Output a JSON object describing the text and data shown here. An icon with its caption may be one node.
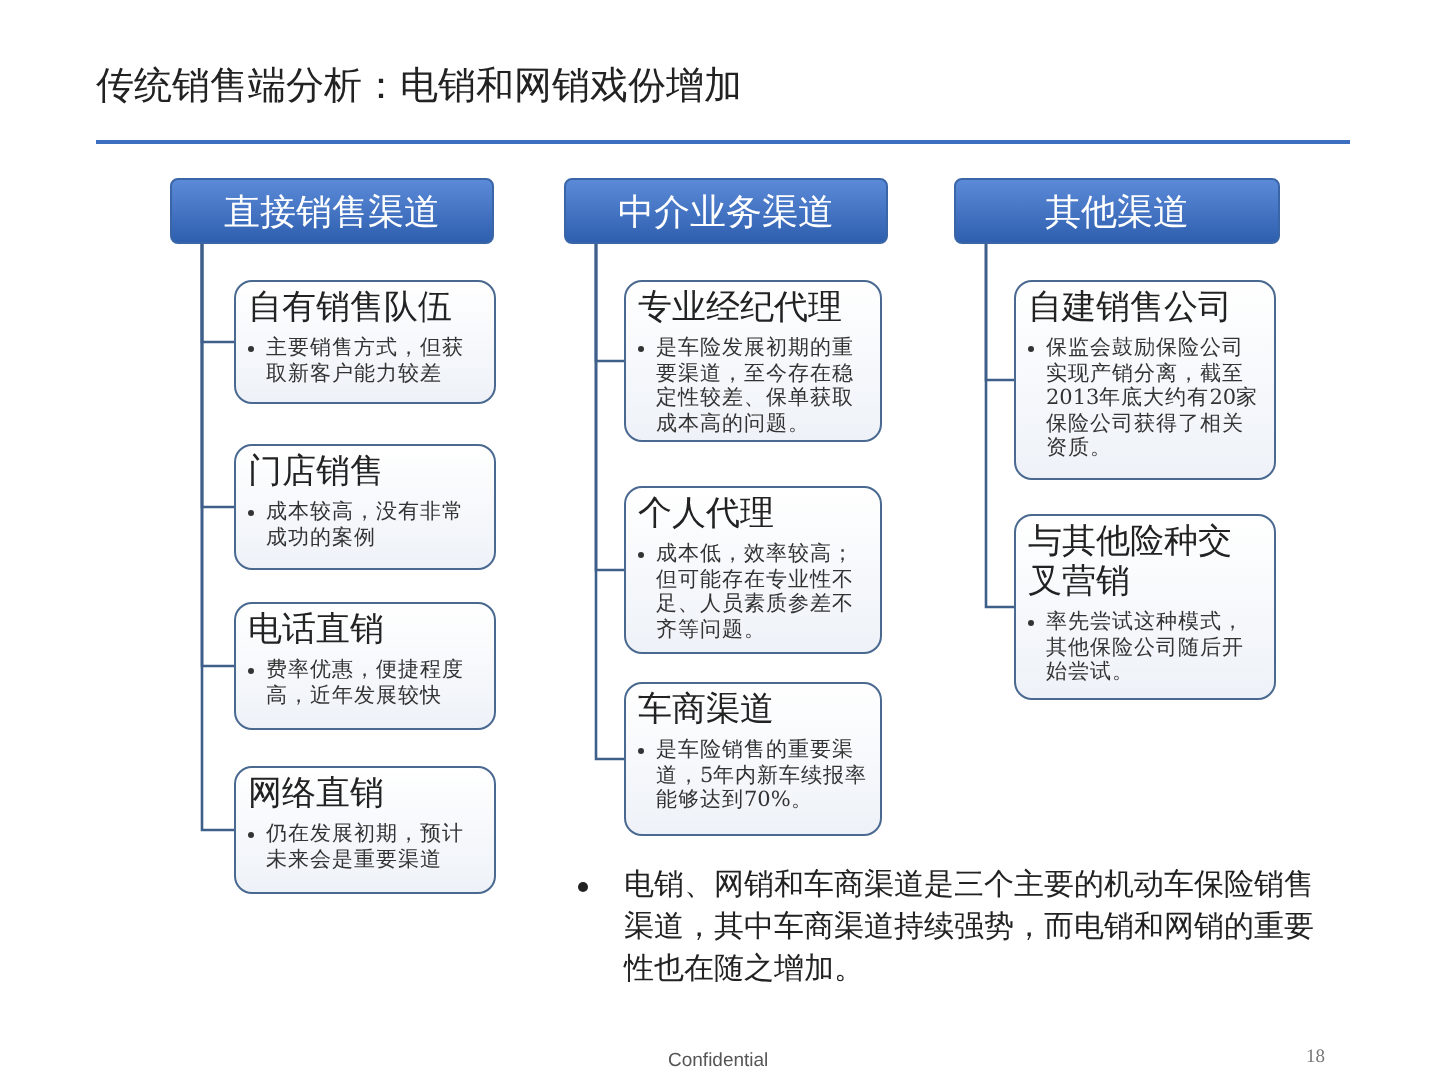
{
  "diagram": {
    "title": "传统销售端分析：电销和网销戏份增加",
    "nodes": [
      {
        "text": [
          "直接销售渠道"
        ]
      },
      {
        "text": [
          "自有销售队伍",
          "主要销售方式，但获取新客户能力较差"
        ]
      },
      {
        "text": [
          "门店销售",
          "成本较高，没有非常成功的案例"
        ]
      },
      {
        "text": [
          "电话直销",
          "费率优惠，便捷程度高，近年发展较快"
        ]
      },
      {
        "text": [
          "网络直销",
          "仍在发展初期，预计未来会是重要渠道"
        ]
      },
      {
        "text": [
          "中介业务渠道"
        ]
      },
      {
        "text": [
          "专业经纪代理",
          "是车险发展初期的重要渠道，至今存在稳定性较差、保单获取成本高的问题。"
        ]
      },
      {
        "text": [
          "个人代理",
          "成本低，效率较高；但可能存在专业性不足、人员素质参差不齐等问题。"
        ]
      },
      {
        "text": [
          "车商渠道",
          "是车险销售的重要渠道，5年内新车续报率能够达到70%。"
        ]
      },
      {
        "text": [
          "其他渠道"
        ]
      },
      {
        "text": [
          "自建销售公司",
          "保监会鼓励保险公司实现产销分离，截至2013年底大约有20家保险公司获得了相关资质。"
        ]
      },
      {
        "text": [
          "与其他险种交叉营销",
          "率先尝试这种模式，其他保险公司随后开始尝试。"
        ]
      }
    ],
    "edges": [
      {
        "from": 0,
        "to": 1,
        "arrow": "none"
      },
      {
        "from": 0,
        "to": 2,
        "arrow": "none"
      },
      {
        "from": 0,
        "to": 3,
        "arrow": "none"
      },
      {
        "from": 0,
        "to": 4,
        "arrow": "none"
      },
      {
        "from": 5,
        "to": 6,
        "arrow": "none"
      },
      {
        "from": 5,
        "to": 7,
        "arrow": "none"
      },
      {
        "from": 5,
        "to": 8,
        "arrow": "none"
      },
      {
        "from": 9,
        "to": 10,
        "arrow": "none"
      },
      {
        "from": 9,
        "to": 11,
        "arrow": "none"
      }
    ],
    "labels": [
      "电销、网销和车商渠道是三个主要的机动车保险销售渠道，其中车商渠道持续强势，而电销和网销的重要性也在随之增加。",
      "Confidential",
      "18"
    ]
  }
}
